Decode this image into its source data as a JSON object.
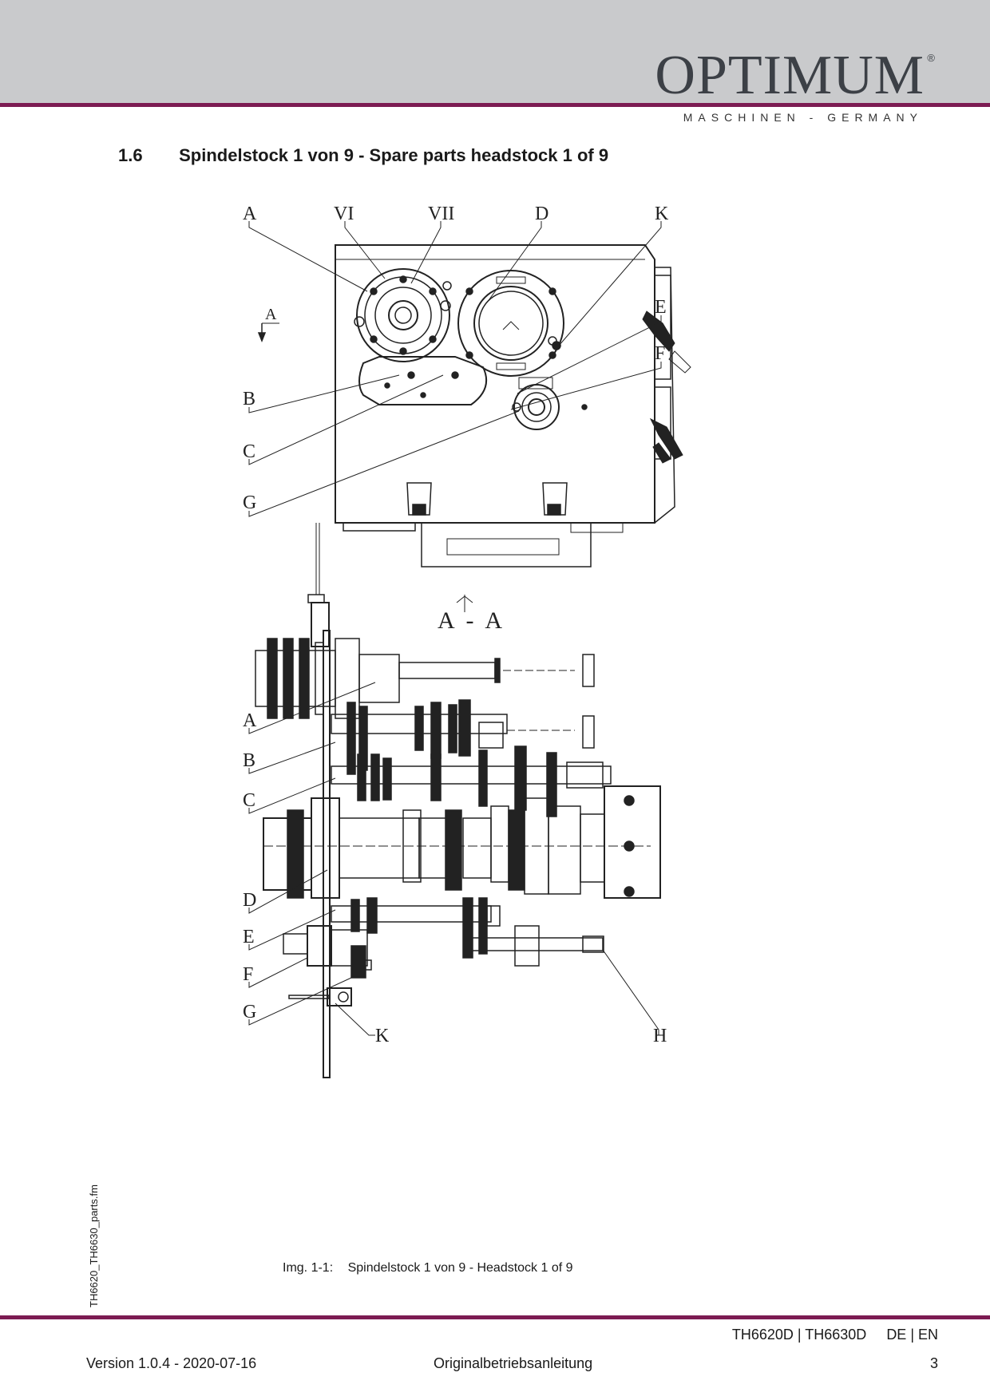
{
  "header": {
    "brand": "OPTIMUM",
    "brand_mark": "®",
    "subtitle": "MASCHINEN - GERMANY"
  },
  "section": {
    "number": "1.6",
    "title": "Spindelstock 1 von 9 - Spare parts headstock 1 of 9"
  },
  "drawing": {
    "top_labels": [
      "A",
      "VI",
      "VII",
      "D",
      "K",
      "E",
      "F",
      "B",
      "C",
      "G"
    ],
    "section_arrow_label": "A",
    "section_title": "A - A",
    "bottom_left_labels": [
      "A",
      "B",
      "C",
      "D",
      "E",
      "F",
      "G"
    ],
    "bottom_k": "K",
    "bottom_h": "H"
  },
  "caption": {
    "prefix": "Img. 1-1:",
    "text": "Spindelstock 1 von 9 - Headstock  1 of 9"
  },
  "side_file": "TH6620_TH6630_parts.fm",
  "footer": {
    "models": "TH6620D | TH6630D",
    "languages": "DE | EN",
    "version": "Version 1.0.4 - 2020-07-16",
    "manual": "Originalbetriebsanleitung",
    "page": "3"
  },
  "colors": {
    "accent_line": "#7c1b52",
    "header_band": "#c9cacc",
    "logo_text": "#3c4046"
  }
}
